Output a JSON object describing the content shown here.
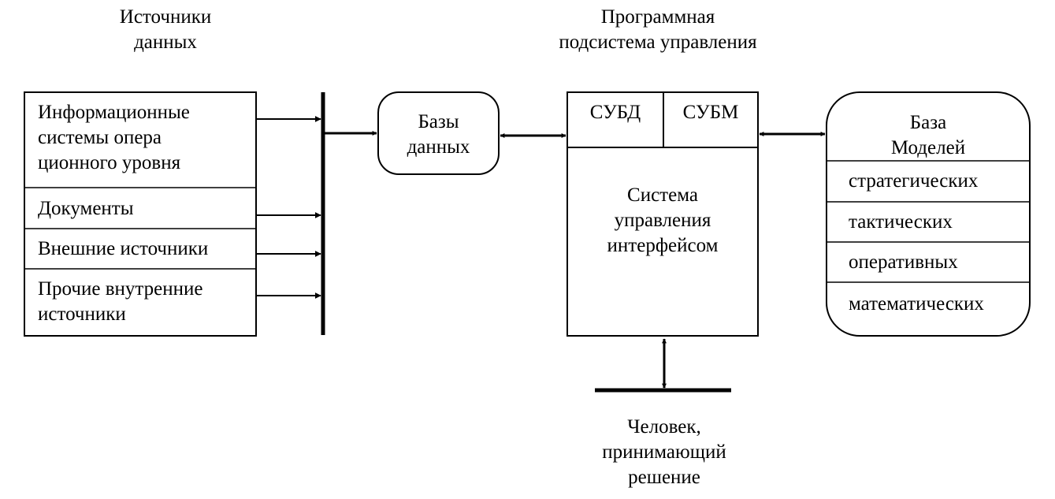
{
  "headings": {
    "data_sources": [
      "Источники",
      "данных"
    ],
    "control_subsystem": [
      "Программная",
      "подсистема управления"
    ]
  },
  "sources": {
    "items": [
      {
        "lines": [
          "Информационные",
          "системы опера",
          "ционного уровня"
        ]
      },
      {
        "lines": [
          "Документы"
        ]
      },
      {
        "lines": [
          "Внешние источники"
        ]
      },
      {
        "lines": [
          "Прочие внутренние",
          "источники"
        ]
      }
    ]
  },
  "databases": {
    "lines": [
      "Базы",
      "данных"
    ]
  },
  "control": {
    "dbms": "СУБД",
    "mbms": "СУБМ",
    "interface": [
      "Система",
      "управления",
      "интерфейсом"
    ]
  },
  "model_base": {
    "title": [
      "База",
      "Моделей"
    ],
    "items": [
      "стратегических",
      "тактических",
      "оперативных",
      "математических"
    ]
  },
  "decision_maker": {
    "lines": [
      "Человек,",
      "принимающий",
      "решение"
    ]
  },
  "colors": {
    "line": "#000000",
    "background": "#ffffff"
  }
}
